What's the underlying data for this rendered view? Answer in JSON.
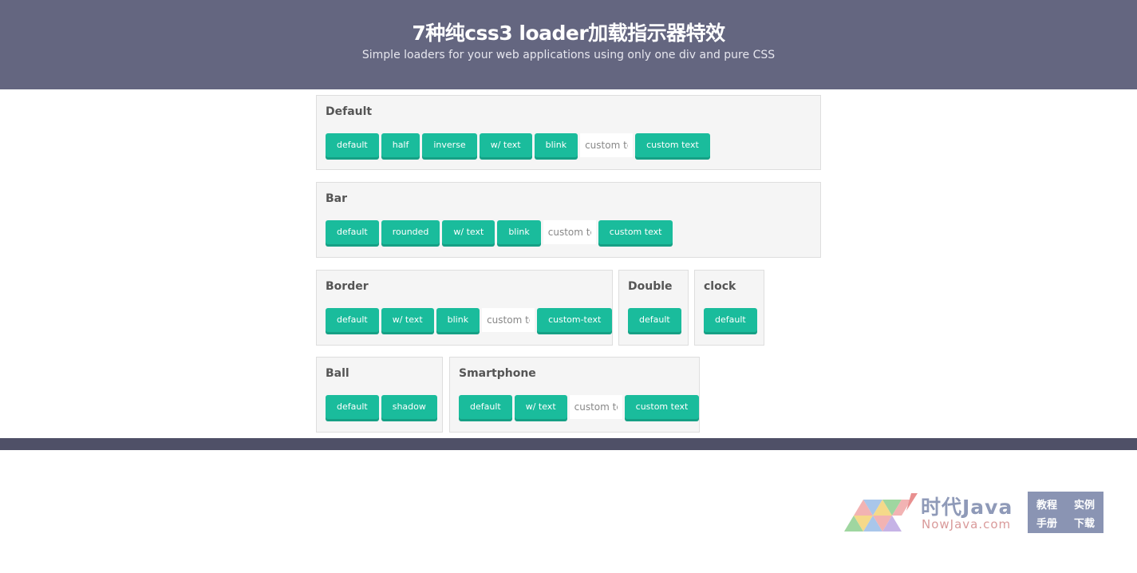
{
  "header": {
    "title": "7种纯css3 loader加载指示器特效",
    "subtitle": "Simple loaders for your web applications using only one div and pure CSS"
  },
  "panels": {
    "default": {
      "title": "Default",
      "buttons": [
        "default",
        "half",
        "inverse",
        "w/ text",
        "blink"
      ],
      "input_value": "custom te",
      "custom_button": "custom text"
    },
    "bar": {
      "title": "Bar",
      "buttons": [
        "default",
        "rounded",
        "w/ text",
        "blink"
      ],
      "input_value": "custom te",
      "custom_button": "custom text"
    },
    "border": {
      "title": "Border",
      "buttons": [
        "default",
        "w/ text",
        "blink"
      ],
      "input_value": "custom te",
      "custom_button": "custom-text"
    },
    "double": {
      "title": "Double",
      "buttons": [
        "default"
      ]
    },
    "clock": {
      "title": "clock",
      "buttons": [
        "default"
      ]
    },
    "ball": {
      "title": "Ball",
      "buttons": [
        "default",
        "shadow"
      ]
    },
    "smartphone": {
      "title": "Smartphone",
      "buttons": [
        "default",
        "w/ text"
      ],
      "input_value": "custom te",
      "custom_button": "custom text"
    }
  },
  "watermark": {
    "name": "时代Java",
    "url": "NowJava.com",
    "box": [
      "教程",
      "实例",
      "手册",
      "下载"
    ]
  },
  "colors": {
    "header_bg": "#646680",
    "button": "#1abc9c",
    "button_shadow": "#16a085",
    "footer_bar": "#4f5067"
  }
}
